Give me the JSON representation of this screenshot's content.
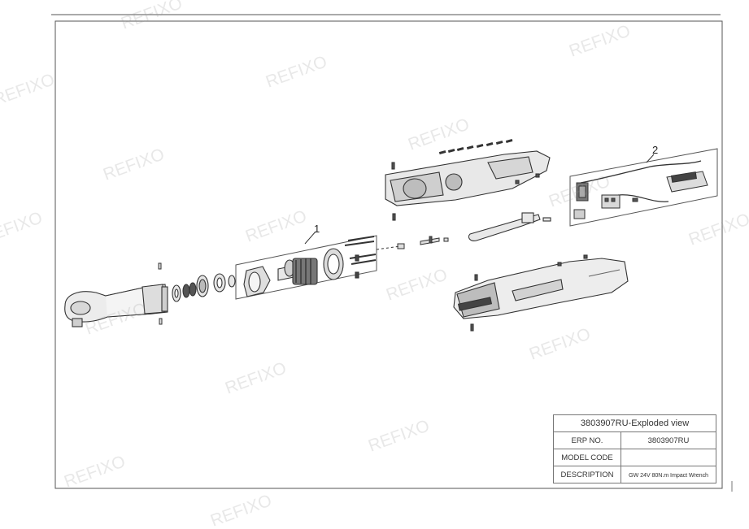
{
  "callouts": [
    "1",
    "2"
  ],
  "title_block": {
    "title": "3803907RU-Exploded view",
    "rows": [
      {
        "label": "ERP NO.",
        "value": "3803907RU"
      },
      {
        "label": "MODEL CODE",
        "value": ""
      },
      {
        "label": "DESCRIPTION",
        "value": "GW 24V 80N.m Impact Wrench"
      }
    ]
  },
  "watermark": "REFIXO"
}
